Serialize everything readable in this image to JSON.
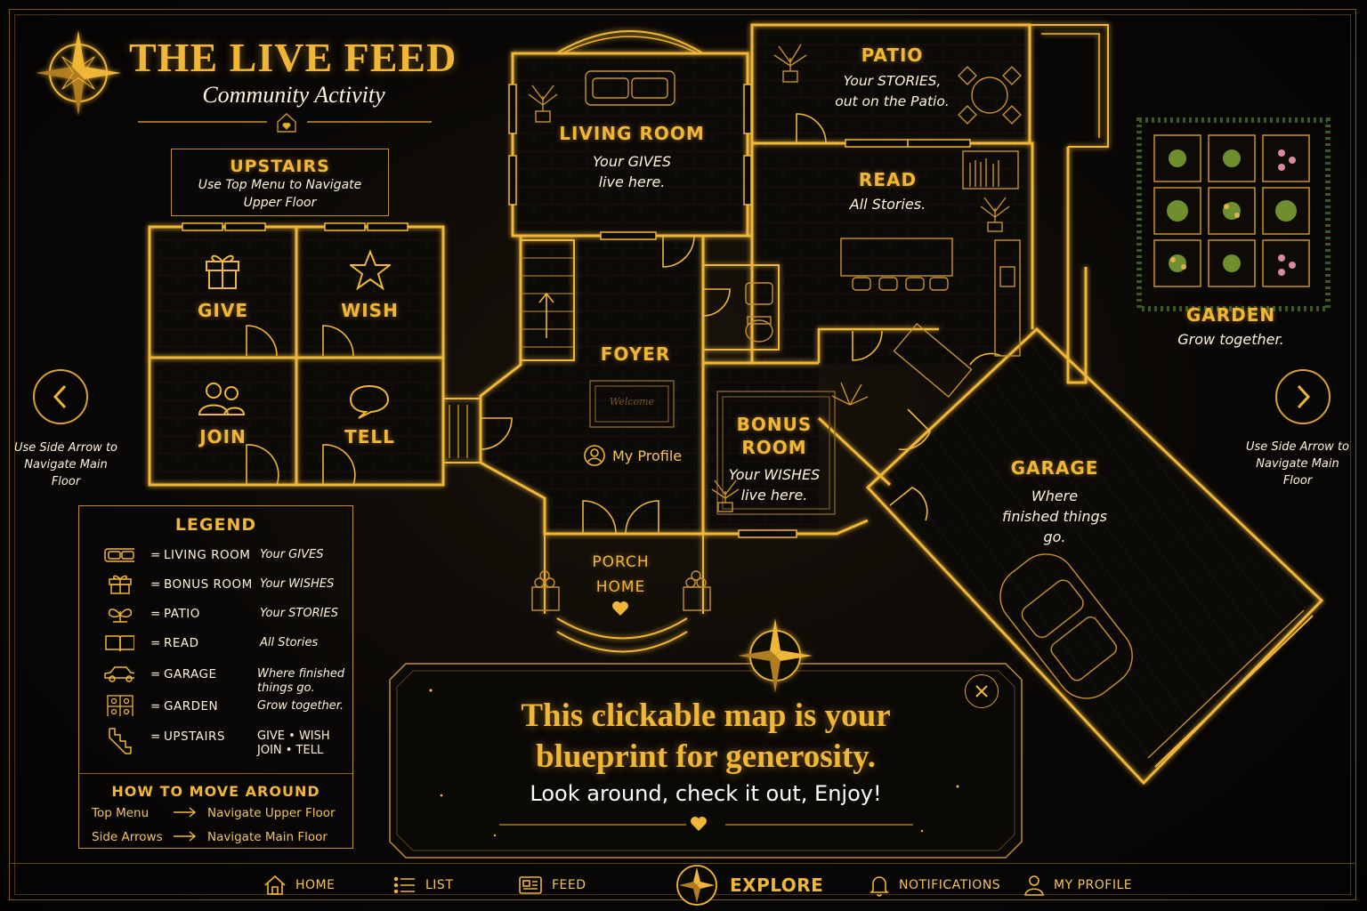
{
  "header": {
    "title": "THE LIVE FEED",
    "subtitle": "Community Activity"
  },
  "upstairs": {
    "title": "UPSTAIRS",
    "note": "Use Top Menu to Navigate Upper Floor",
    "rooms": [
      {
        "label": "GIVE",
        "icon": "gift-icon"
      },
      {
        "label": "WISH",
        "icon": "star-icon"
      },
      {
        "label": "JOIN",
        "icon": "people-icon"
      },
      {
        "label": "TELL",
        "icon": "speech-bubble-icon"
      }
    ]
  },
  "side_nav": {
    "left_note": "Use Side Arrow to Navigate Main Floor",
    "right_note": "Use Side Arrow to Navigate Main Floor"
  },
  "rooms": {
    "living_room": {
      "label": "LIVING ROOM",
      "desc": "Your GIVES live here."
    },
    "patio": {
      "label": "PATIO",
      "desc": "Your STORIES, out on the Patio."
    },
    "read": {
      "label": "READ",
      "desc": "All Stories."
    },
    "foyer": {
      "label": "FOYER",
      "mat": "Welcome",
      "profile_link": "My Profile"
    },
    "bonus_room": {
      "label": "BONUS ROOM",
      "desc": "Your WISHES live here."
    },
    "garage": {
      "label": "GARAGE",
      "desc": "Where finished things go."
    },
    "porch": {
      "label": "PORCH",
      "sublabel": "HOME"
    },
    "garden": {
      "label": "GARDEN",
      "desc": "Grow together."
    }
  },
  "legend": {
    "title": "LEGEND",
    "items": [
      {
        "icon": "sofa-icon",
        "room": "LIVING ROOM",
        "desc": "Your GIVES"
      },
      {
        "icon": "gift-icon",
        "room": "BONUS ROOM",
        "desc": "Your WISHES"
      },
      {
        "icon": "plant-icon",
        "room": "PATIO",
        "desc": "Your STORIES"
      },
      {
        "icon": "book-icon",
        "room": "READ",
        "desc": "All Stories"
      },
      {
        "icon": "car-icon",
        "room": "GARAGE",
        "desc": "Where finished things go."
      },
      {
        "icon": "garden-grid-icon",
        "room": "GARDEN",
        "desc": "Grow together."
      },
      {
        "icon": "stairs-icon",
        "room": "UPSTAIRS",
        "desc": "GIVE • WISH JOIN • TELL"
      }
    ],
    "move_title": "HOW TO MOVE AROUND",
    "moves": [
      {
        "from": "Top Menu",
        "to": "Navigate Upper Floor"
      },
      {
        "from": "Side Arrows",
        "to": "Navigate Main Floor"
      }
    ]
  },
  "banner": {
    "line1": "This clickable map is your",
    "line2": "blueprint for generosity.",
    "line3": "Look around, check it out, Enjoy!"
  },
  "nav": {
    "items": [
      {
        "label": "HOME",
        "icon": "home-icon"
      },
      {
        "label": "LIST",
        "icon": "list-icon"
      },
      {
        "label": "FEED",
        "icon": "feed-icon"
      },
      {
        "label": "EXPLORE",
        "icon": "compass-icon",
        "active": true
      },
      {
        "label": "NOTIFICATIONS",
        "icon": "bell-icon"
      },
      {
        "label": "MY PROFILE",
        "icon": "user-icon"
      }
    ]
  },
  "colors": {
    "gold": "#f0b637",
    "background": "#050403",
    "text_light": "#fff2d8"
  }
}
